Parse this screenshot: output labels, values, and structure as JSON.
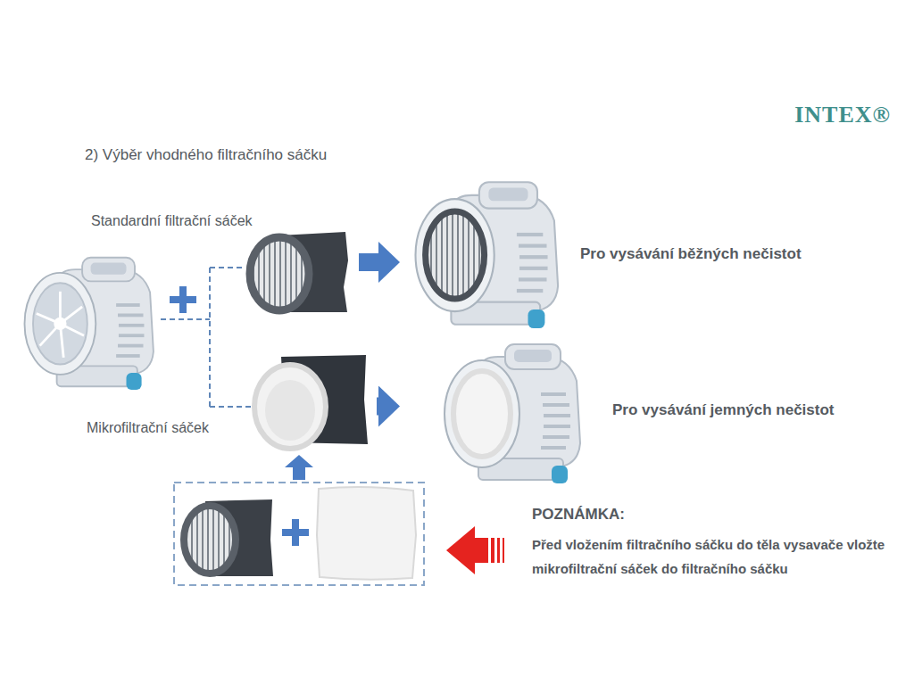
{
  "diagram": {
    "title": "2) Výběr vhodného filtračního sáčku",
    "nodes": [
      {
        "text": [
          "Standardní filtrační sáček"
        ]
      },
      {
        "text": [
          "Pro vysávání běžných nečistot"
        ]
      },
      {
        "text": [
          "Mikrofiltrační sáček"
        ]
      },
      {
        "text": [
          "Pro vysávání jemných nečistot"
        ]
      },
      {
        "text": [
          "POZNÁMKA:",
          "Před vložením filtračního sáčku do těla vysavače vložte mikrofiltrační sáček do filtračního sáčku"
        ]
      }
    ],
    "edges": [
      {
        "from": 0,
        "to": 1,
        "arrow": "to"
      },
      {
        "from": 2,
        "to": 3,
        "arrow": "to"
      }
    ],
    "labels": [
      "INTEX®"
    ]
  }
}
